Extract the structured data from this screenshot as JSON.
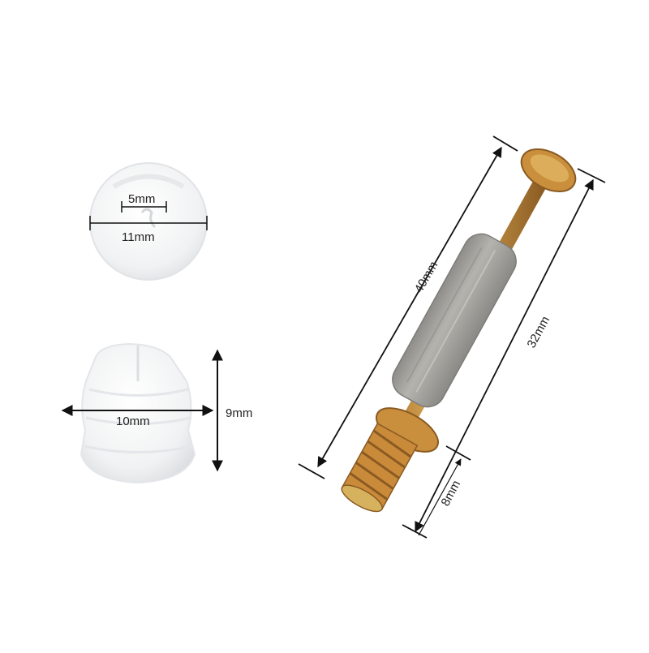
{
  "labels": {
    "insert_top_slot": "5mm",
    "insert_top_diameter": "11mm",
    "insert_side_width": "10mm",
    "insert_side_height": "9mm",
    "bolt_total_length": "40mm",
    "bolt_length_below_head": "32mm",
    "bolt_thread_length": "8mm"
  },
  "colors": {
    "background": "#ffffff",
    "dimension_line": "#111111",
    "plastic_insert": "#eef0f2",
    "bolt_metal": "#c98a3a",
    "sleeve": "#a3a3a0"
  }
}
